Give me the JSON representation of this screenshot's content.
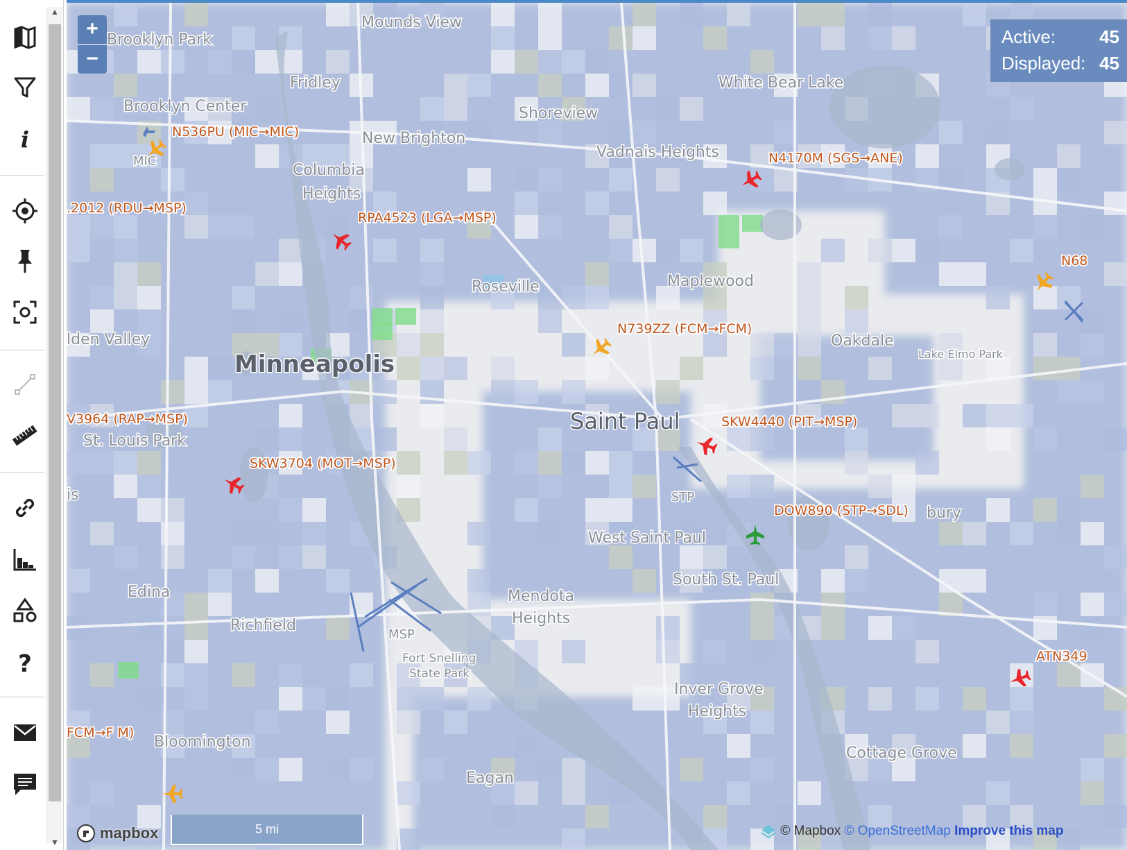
{
  "toolbar": {
    "items": [
      {
        "name": "map-icon"
      },
      {
        "name": "filter-icon"
      },
      {
        "name": "info-icon"
      },
      {
        "name": "locate-icon"
      },
      {
        "name": "pin-icon"
      },
      {
        "name": "screenshot-icon"
      },
      {
        "name": "route-icon"
      },
      {
        "name": "ruler-icon"
      },
      {
        "name": "link-icon"
      },
      {
        "name": "chart-icon"
      },
      {
        "name": "shapes-icon"
      },
      {
        "name": "help-icon"
      },
      {
        "name": "mail-icon"
      },
      {
        "name": "chat-icon"
      }
    ]
  },
  "zoom": {
    "plus": "+",
    "minus": "−"
  },
  "counter": {
    "active_label": "Active:",
    "active_value": "45",
    "displayed_label": "Displayed:",
    "displayed_value": "45"
  },
  "places": [
    {
      "name": "Mounds View"
    },
    {
      "name": "Brooklyn Park"
    },
    {
      "name": "Fridley"
    },
    {
      "name": "Brooklyn Center"
    },
    {
      "name": "Shoreview"
    },
    {
      "name": "White Bear Lake"
    },
    {
      "name": "New Brighton"
    },
    {
      "name": "Vadnais Heights"
    },
    {
      "name": "Columbia"
    },
    {
      "name": "Heights"
    },
    {
      "name": "Roseville"
    },
    {
      "name": "Maplewood"
    },
    {
      "name": "Oakdale"
    },
    {
      "name": "Lake Elmo Park"
    },
    {
      "name": "Minneapolis"
    },
    {
      "name": "Saint Paul"
    },
    {
      "name": "lden Valley"
    },
    {
      "name": "St. Louis Park"
    },
    {
      "name": "West Saint Paul"
    },
    {
      "name": "South St. Paul"
    },
    {
      "name": "Edina"
    },
    {
      "name": "Richfield"
    },
    {
      "name": "Mendota"
    },
    {
      "name": "Heights"
    },
    {
      "name": "Fort Snelling"
    },
    {
      "name": "State Park"
    },
    {
      "name": "Inver Grove"
    },
    {
      "name": "Heights"
    },
    {
      "name": "Cottage Grove"
    },
    {
      "name": "Bloomington"
    },
    {
      "name": "Eagan"
    },
    {
      "name": "MIC"
    },
    {
      "name": "STP"
    },
    {
      "name": "MSP"
    },
    {
      "name": "bury"
    },
    {
      "name": "is"
    }
  ],
  "flights": [
    {
      "label": "N536PU (MIC→MIC)",
      "color": "#f2a623"
    },
    {
      "label": "N4170M (SGS→ANE)",
      "color": "#e8262b"
    },
    {
      "label": ".2012 (RDU→MSP)",
      "color": "#e8262b"
    },
    {
      "label": "RPA4523 (LGA→MSP)",
      "color": "#e8262b"
    },
    {
      "label": "N68",
      "color": "#f2a623"
    },
    {
      "label": "N739ZZ (FCM→FCM)",
      "color": "#f2a623"
    },
    {
      "label": "V3964 (RAP→MSP)",
      "color": "#e8262b"
    },
    {
      "label": "SKW4440 (PIT→MSP)",
      "color": "#e8262b"
    },
    {
      "label": "SKW3704 (MOT→MSP)",
      "color": "#e8262b"
    },
    {
      "label": "DOW890 (STP→SDL)",
      "color": "#2a9a3a"
    },
    {
      "label": "ATN349",
      "color": "#e8262b"
    },
    {
      "label": "FCM→F  M)",
      "color": "#f2a623"
    }
  ],
  "scale": {
    "label": "5 mi"
  },
  "attribution": {
    "mapbox": "© Mapbox",
    "osm": "© OpenStreetMap",
    "improve": "Improve this map"
  },
  "logo": {
    "text": "mapbox"
  }
}
